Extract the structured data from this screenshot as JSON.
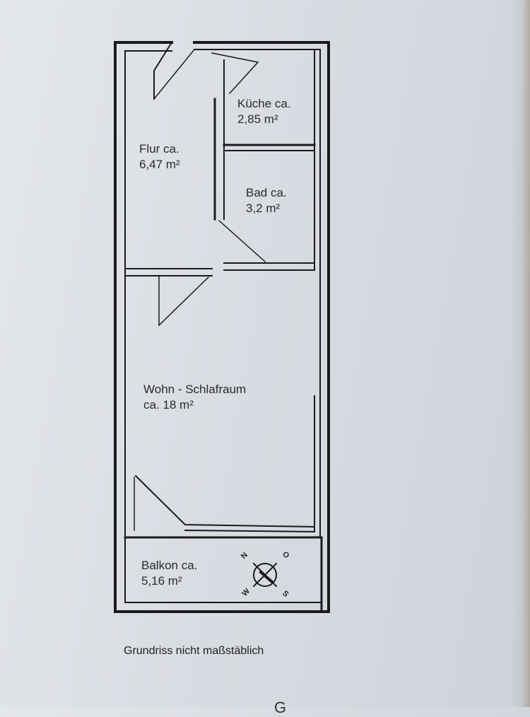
{
  "rooms": {
    "kueche": {
      "name": "Küche ca.",
      "area": "2,85 m²"
    },
    "flur": {
      "name": "Flur ca.",
      "area": "6,47 m²"
    },
    "bad": {
      "name": "Bad ca.",
      "area": "3,2 m²"
    },
    "wohn": {
      "name": "Wohn - Schlafraum",
      "area": "ca. 18 m²"
    },
    "balkon": {
      "name": "Balkon ca.",
      "area": "5,16 m²"
    }
  },
  "compass": {
    "n": "N",
    "o": "O",
    "s": "S",
    "w": "W"
  },
  "caption": "Grundriss nicht maßstäblich",
  "bottom_text": "G",
  "colors": {
    "wall": "#1a1a1a",
    "paper": "#dde0e5"
  }
}
